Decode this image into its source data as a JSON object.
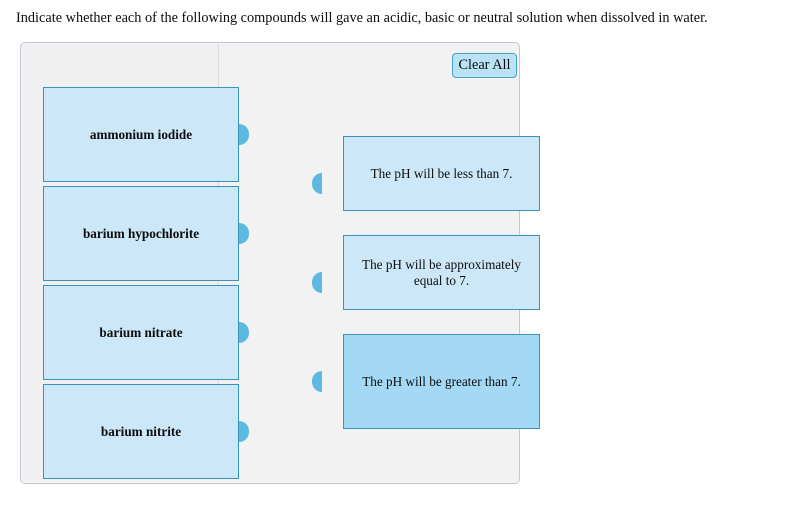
{
  "prompt": "Indicate whether each of the following compounds will gave an acidic, basic or neutral solution when dissolved in water.",
  "toolbar": {
    "clear_all_label": "Clear All"
  },
  "colors": {
    "card_fill": "#cce8f8",
    "card_fill_selected": "#a3d9f5",
    "card_border": "#3a93b8",
    "nub": "#5cb9e0",
    "panel_background": "#f2f2f2",
    "panel_border": "#c2c8d6",
    "button_fill": "#b9e2f5",
    "button_border": "#4ca3c8"
  },
  "left_column": {
    "items": [
      {
        "label": "ammonium iodide",
        "selected": false
      },
      {
        "label": "barium hypochlorite",
        "selected": false
      },
      {
        "label": "barium nitrate",
        "selected": false
      },
      {
        "label": "barium nitrite",
        "selected": false
      }
    ]
  },
  "right_column": {
    "items": [
      {
        "label": "The pH will be less than 7.",
        "selected": false
      },
      {
        "label": "The pH will be approximately equal to 7.",
        "selected": false
      },
      {
        "label": "The pH will be greater than 7.",
        "selected": true
      }
    ]
  }
}
